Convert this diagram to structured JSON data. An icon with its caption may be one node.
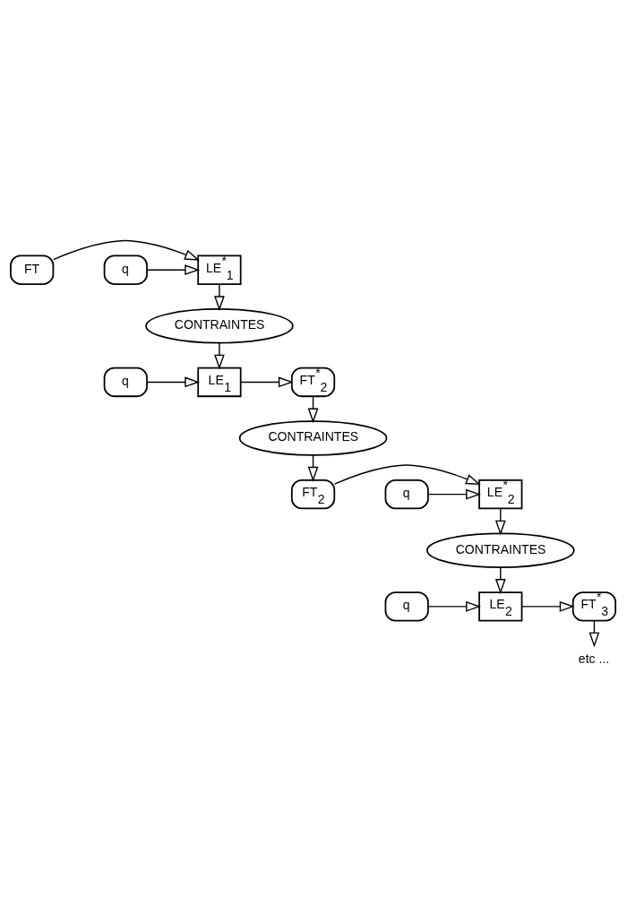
{
  "diagram": {
    "nodes": [
      {
        "text": [
          "FT"
        ]
      },
      {
        "text": [
          "LE$^{*}$$_{1}$"
        ]
      },
      {
        "text": [
          "q"
        ]
      },
      {
        "text": [
          "CONTRAINTES"
        ]
      },
      {
        "text": [
          "LE$_{1}$"
        ]
      },
      {
        "text": [
          "FT$^{*}$$_{2}$"
        ]
      },
      {
        "text": [
          "q"
        ]
      },
      {
        "text": [
          "CONTRAINTES"
        ]
      },
      {
        "text": [
          "FT$_{2}$"
        ]
      },
      {
        "text": [
          "LE$^{*}$$_{2}$"
        ]
      },
      {
        "text": [
          "q"
        ]
      },
      {
        "text": [
          "CONTRAINTES"
        ]
      },
      {
        "text": [
          "LE$_{2}$"
        ]
      },
      {
        "text": [
          "FT$^{*}$$_{3}$"
        ]
      },
      {
        "text": [
          "q"
        ]
      },
      {
        "text": [
          "etc ..."
        ]
      }
    ],
    "edges": [
      {
        "from": 0,
        "to": 1,
        "arrow": "to"
      },
      {
        "from": 2,
        "to": 1,
        "arrow": "to"
      },
      {
        "from": 1,
        "to": 3,
        "arrow": "to"
      },
      {
        "from": 3,
        "to": 4,
        "arrow": "to"
      },
      {
        "from": 4,
        "to": 5,
        "arrow": "to"
      },
      {
        "from": 6,
        "to": 4,
        "arrow": "to"
      },
      {
        "from": 5,
        "to": 7,
        "arrow": "to"
      },
      {
        "from": 7,
        "to": 8,
        "arrow": "to"
      },
      {
        "from": 8,
        "to": 9,
        "arrow": "to"
      },
      {
        "from": 10,
        "to": 9,
        "arrow": "to"
      },
      {
        "from": 9,
        "to": 11,
        "arrow": "to"
      },
      {
        "from": 11,
        "to": 12,
        "arrow": "to"
      },
      {
        "from": 12,
        "to": 13,
        "arrow": "to"
      },
      {
        "from": 14,
        "to": 12,
        "arrow": "to"
      },
      {
        "from": 13,
        "to": 15,
        "arrow": "to"
      }
    ]
  }
}
